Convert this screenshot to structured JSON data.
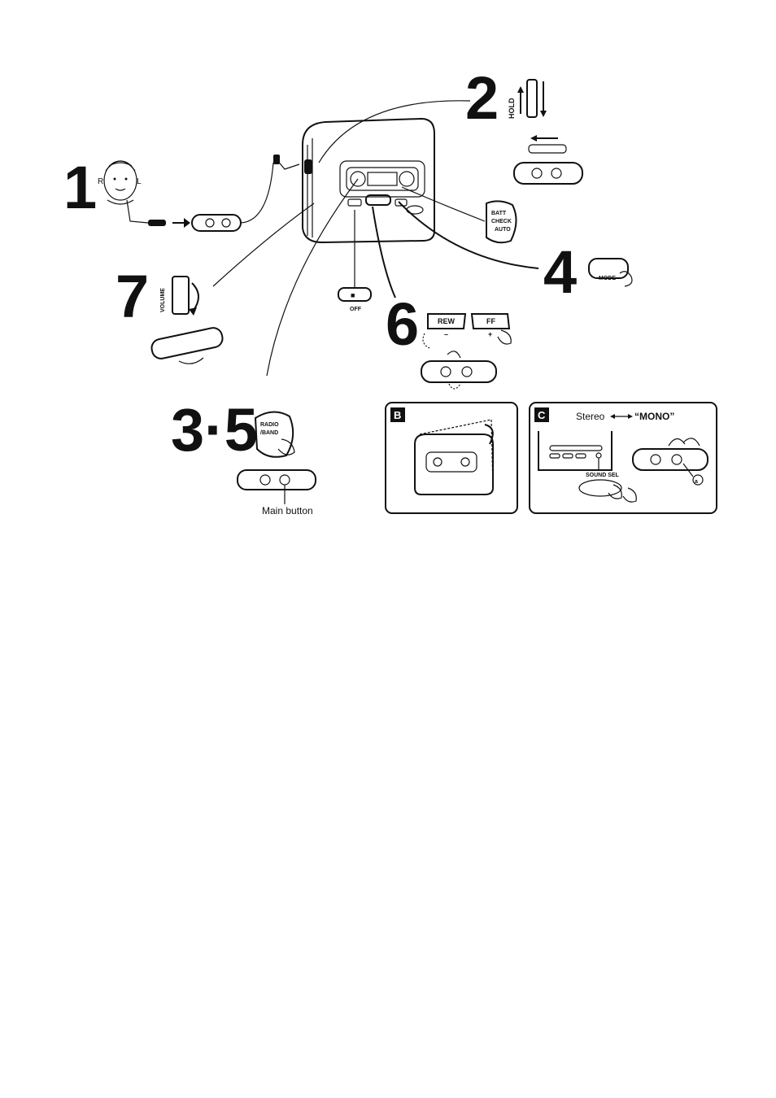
{
  "steps": {
    "s1": "1",
    "s2": "2",
    "s35": "3·5",
    "s4": "4",
    "s6": "6",
    "s7": "7"
  },
  "labels": {
    "ear_r": "R",
    "ear_l": "L",
    "hold": "HOLD",
    "batt": "BATT",
    "check": "CHECK",
    "auto": "AUTO",
    "mode": "MODE",
    "stop_symbol": "■",
    "off": "OFF",
    "volume": "VOLUME",
    "rew": "REW",
    "rew_sign": "–",
    "ff": "FF",
    "ff_sign": "+",
    "radio": "RADIO",
    "band": "/BAND",
    "main_button": "Main button"
  },
  "panel_b": {
    "letter": "B"
  },
  "panel_c": {
    "letter": "C",
    "stereo": "Stereo",
    "mono": "“MONO”",
    "sound_sel": "SOUND SEL",
    "marker": "a"
  }
}
